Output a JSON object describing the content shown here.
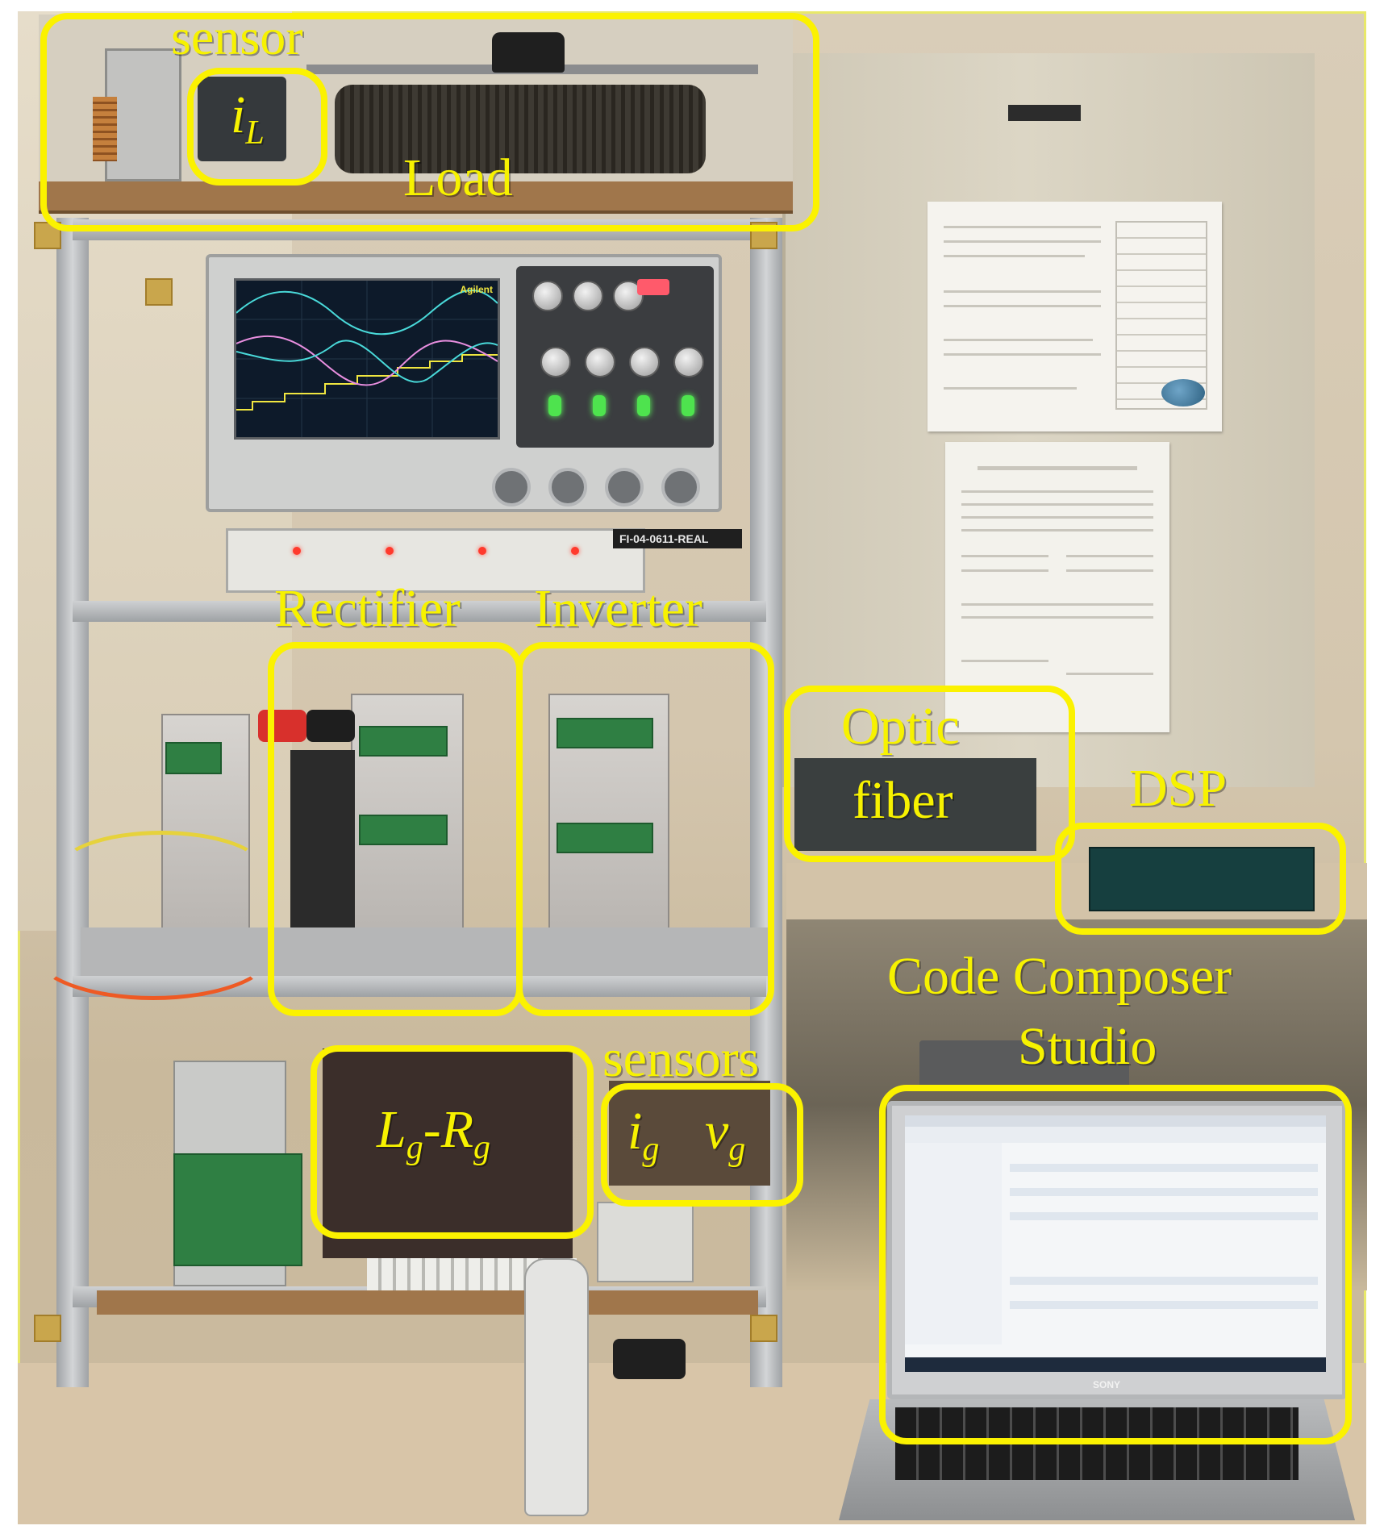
{
  "image": {
    "description_free": true
  },
  "annotations": {
    "sensor_top": "sensor",
    "current_load_symbol": "i",
    "current_load_sub": "L",
    "load": "Load",
    "rectifier": "Rectifier",
    "inverter": "Inverter",
    "optic_fiber_line1": "Optic",
    "optic_fiber_line2": "fiber",
    "dsp": "DSP",
    "code_composer_line1": "Code Composer",
    "code_composer_line2": "Studio",
    "sensors_bottom": "sensors",
    "grid_current_symbol": "i",
    "grid_current_sub": "g",
    "grid_voltage_symbol": "v",
    "grid_voltage_sub": "g",
    "grid_impedance_l": "L",
    "grid_impedance_l_sub": "g",
    "grid_impedance_dash": "-",
    "grid_impedance_r": "R",
    "grid_impedance_r_sub": "g"
  },
  "equipment_labels": {
    "scope_brand": "Agilent",
    "fiber_tag": "FI-04-0611-REAL",
    "laptop_brand": "SONY"
  },
  "colors": {
    "annotation": "#fbf200",
    "scope_trace_1": "#f0e640",
    "scope_trace_2": "#49d9d9",
    "scope_trace_3": "#e98fe0"
  },
  "icons": [
    "oscilloscope",
    "resistor-load",
    "current-sensor",
    "power-strip",
    "dsp-board",
    "laptop"
  ]
}
